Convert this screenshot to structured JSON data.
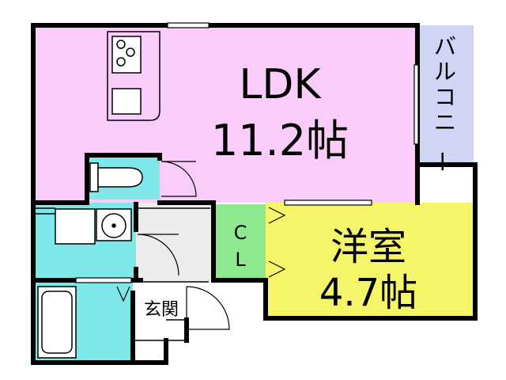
{
  "rooms": {
    "ldk": {
      "name": "LDK",
      "size": "11.2帖",
      "color": "#f9ccf9"
    },
    "western": {
      "name": "洋室",
      "size": "4.7帖",
      "color": "#f5f56a"
    },
    "closet": {
      "line1": "C",
      "line2": "L",
      "color": "#8ee88e"
    },
    "balcony": {
      "label": "バルコニー",
      "color": "#d0d4f5"
    },
    "entrance": {
      "label": "玄関",
      "color": "#ffffff"
    },
    "wet_area": {
      "color": "#7ee7ea"
    },
    "hall": {
      "color": "#ececec"
    }
  },
  "icons": [
    "kitchen-stove-icon",
    "sink-icon",
    "toilet-icon",
    "washbasin-icon",
    "washing-machine-icon",
    "bathtub-icon",
    "door-swing-icon"
  ]
}
